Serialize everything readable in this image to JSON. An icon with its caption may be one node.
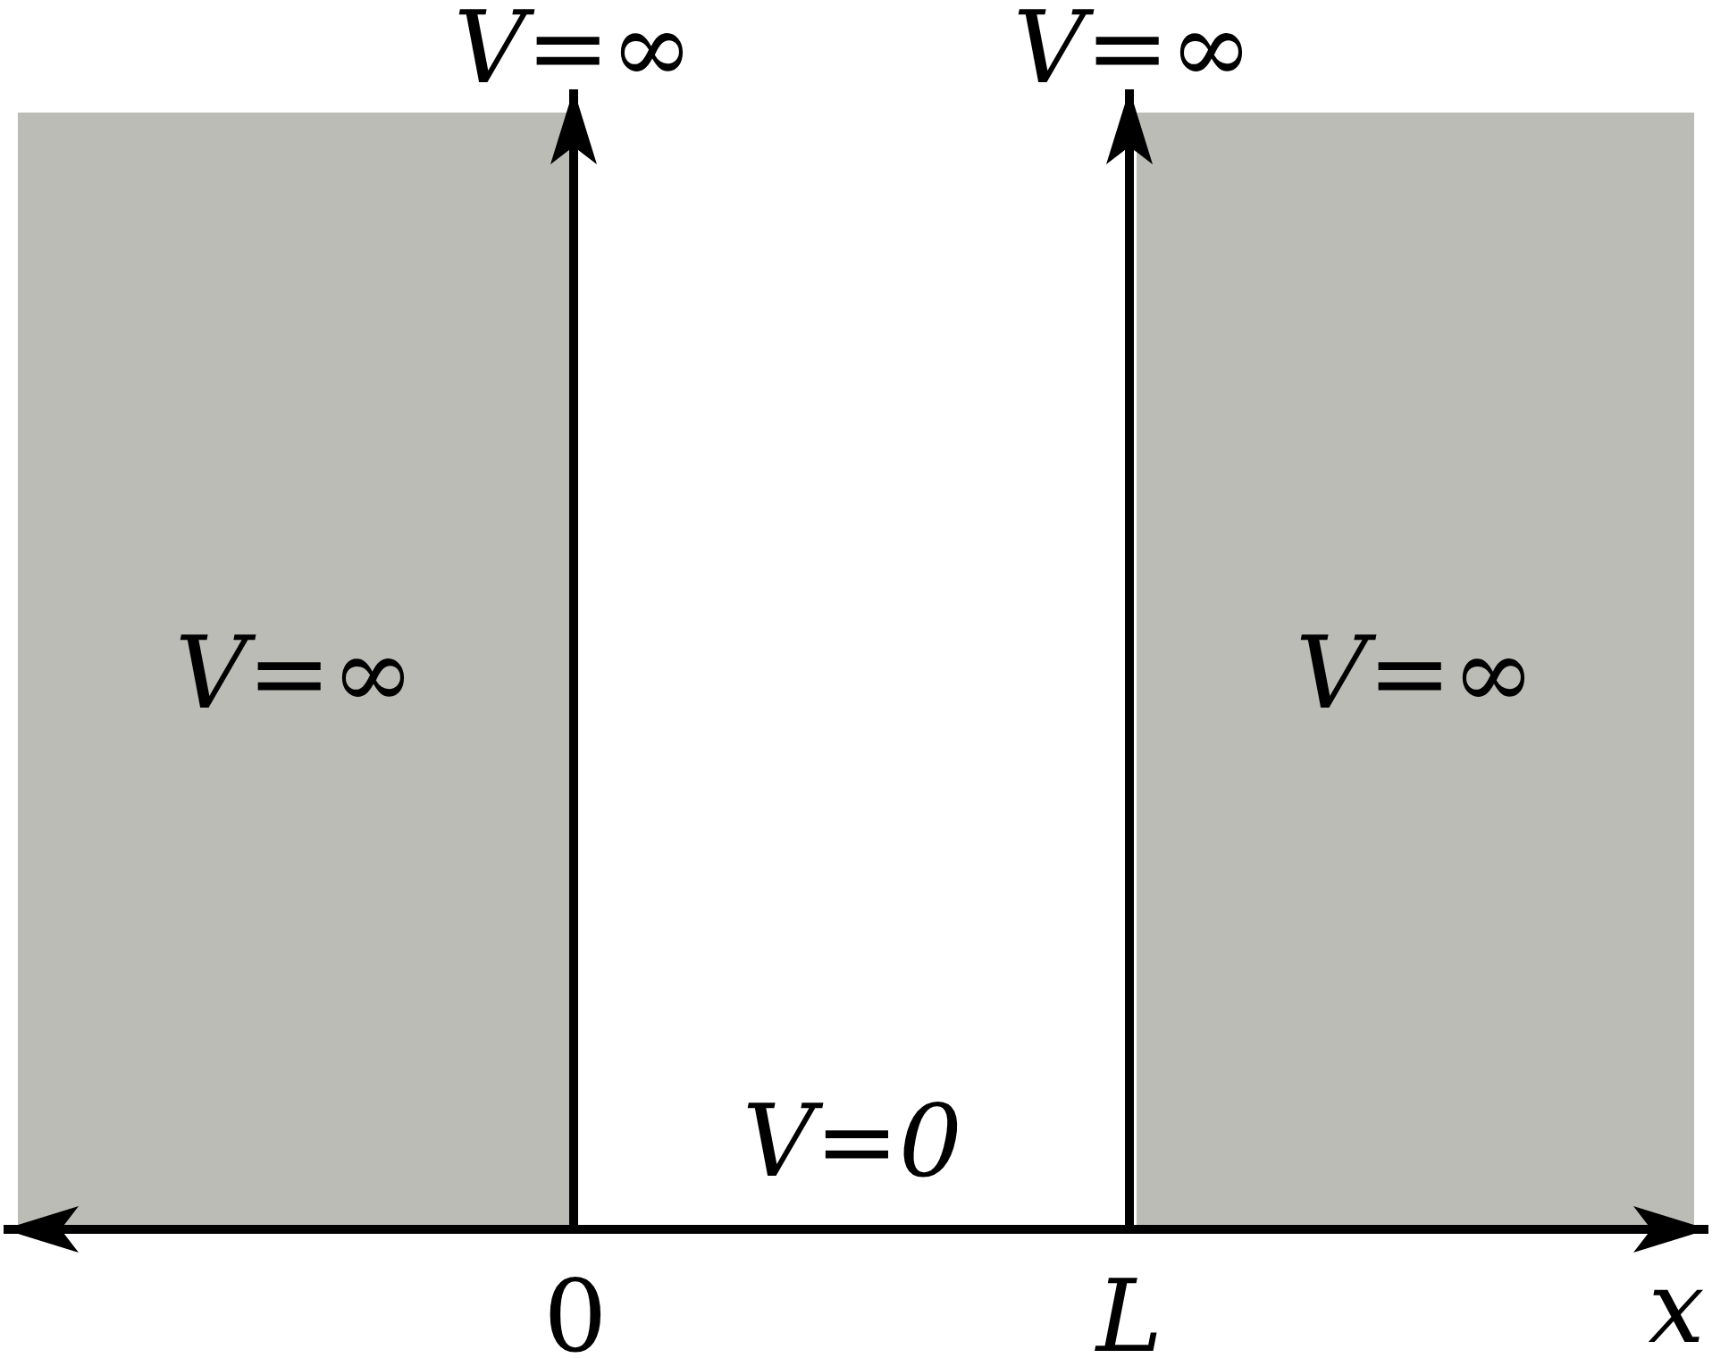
{
  "diagram": {
    "nodes": [
      {
        "text": [
          "V=∞"
        ]
      },
      {
        "text": [
          "V=∞"
        ]
      }
    ],
    "labels": [
      "V=∞",
      "V=∞",
      "V=0",
      "0",
      "L",
      "x"
    ]
  }
}
